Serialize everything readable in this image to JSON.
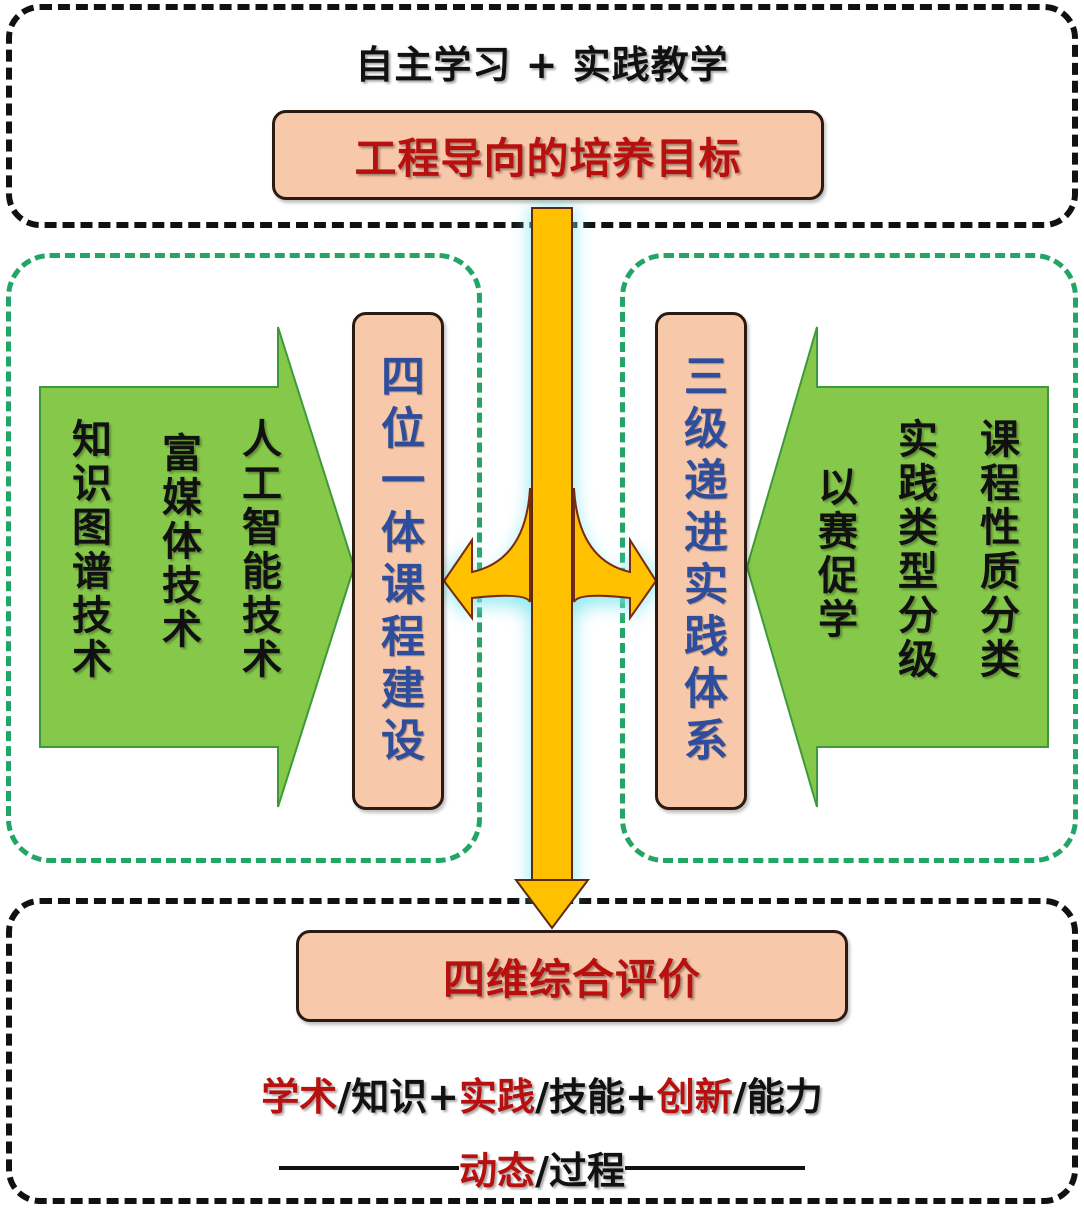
{
  "top_section": {
    "heading": "自主学习 + 实践教学",
    "goal_title": "工程导向的培养目标"
  },
  "left_section": {
    "vertical_title": "四位一体课程建设",
    "arrow_items": [
      "人工智能技术",
      "富媒体技术",
      "知识图谱技术"
    ]
  },
  "right_section": {
    "vertical_title": "三级递进实践体系",
    "arrow_items": [
      "课程性质分类",
      "实践类型分级",
      "以赛促学"
    ]
  },
  "bottom_section": {
    "eval_title": "四维综合评价",
    "line1": [
      {
        "text": "学术",
        "highlight": true
      },
      {
        "text": "/知识+",
        "highlight": false
      },
      {
        "text": "实践",
        "highlight": true
      },
      {
        "text": "/技能+",
        "highlight": false
      },
      {
        "text": "创新",
        "highlight": true
      },
      {
        "text": "/能力",
        "highlight": false
      }
    ],
    "line2_highlight": "动态",
    "line2_rest": "/过程"
  },
  "colors": {
    "title_red": "#b80f0f",
    "vertical_blue": "#2e4d9c",
    "peach": "#f8c8aa",
    "green_arrow": "#86c94a",
    "green_dash": "#22a565",
    "orange_arrow": "#ffc000",
    "glow": "#7fe6f0"
  }
}
